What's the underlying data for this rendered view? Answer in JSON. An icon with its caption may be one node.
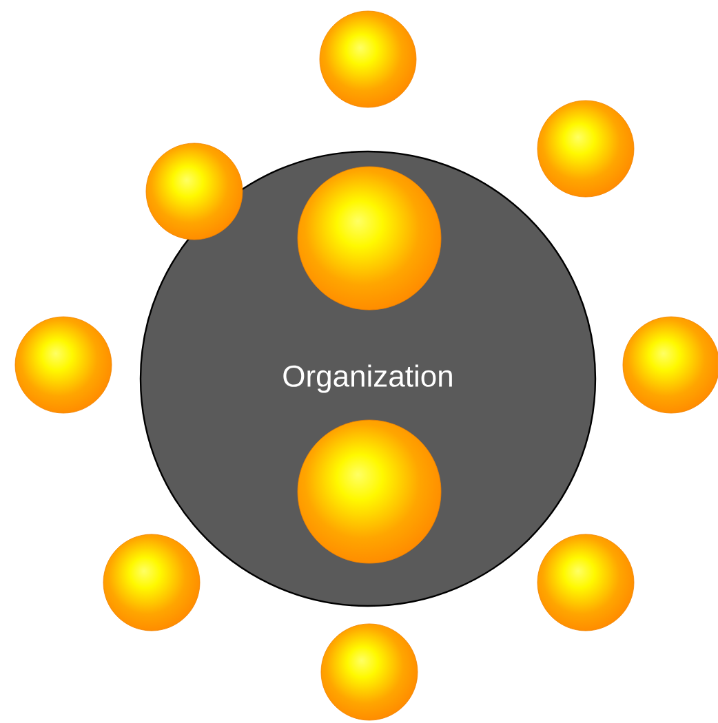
{
  "diagram": {
    "nodes": [
      {
        "text": [
          "Organization"
        ]
      },
      {
        "text": [],
        "shape": "circle",
        "in": 0
      },
      {
        "text": [],
        "shape": "circle",
        "in": 0
      },
      {
        "text": [],
        "shape": "circle"
      },
      {
        "text": [],
        "shape": "circle"
      },
      {
        "text": [],
        "shape": "circle"
      },
      {
        "text": [],
        "shape": "circle"
      },
      {
        "text": [],
        "shape": "circle"
      },
      {
        "text": [],
        "shape": "circle"
      },
      {
        "text": [],
        "shape": "circle"
      },
      {
        "text": [],
        "shape": "circle"
      }
    ]
  }
}
